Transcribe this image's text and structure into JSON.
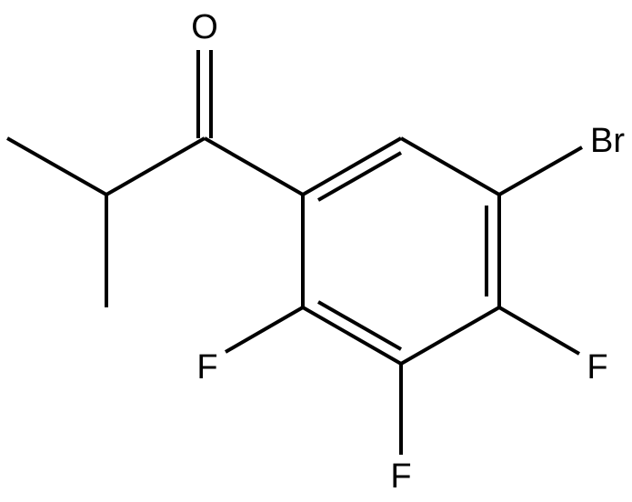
{
  "molecule": {
    "atoms": {
      "oxygen": "O",
      "bromine": "Br",
      "fluorine_left": "F",
      "fluorine_right": "F",
      "fluorine_bottom": "F"
    },
    "line_color": "#000000",
    "background": "#ffffff"
  }
}
